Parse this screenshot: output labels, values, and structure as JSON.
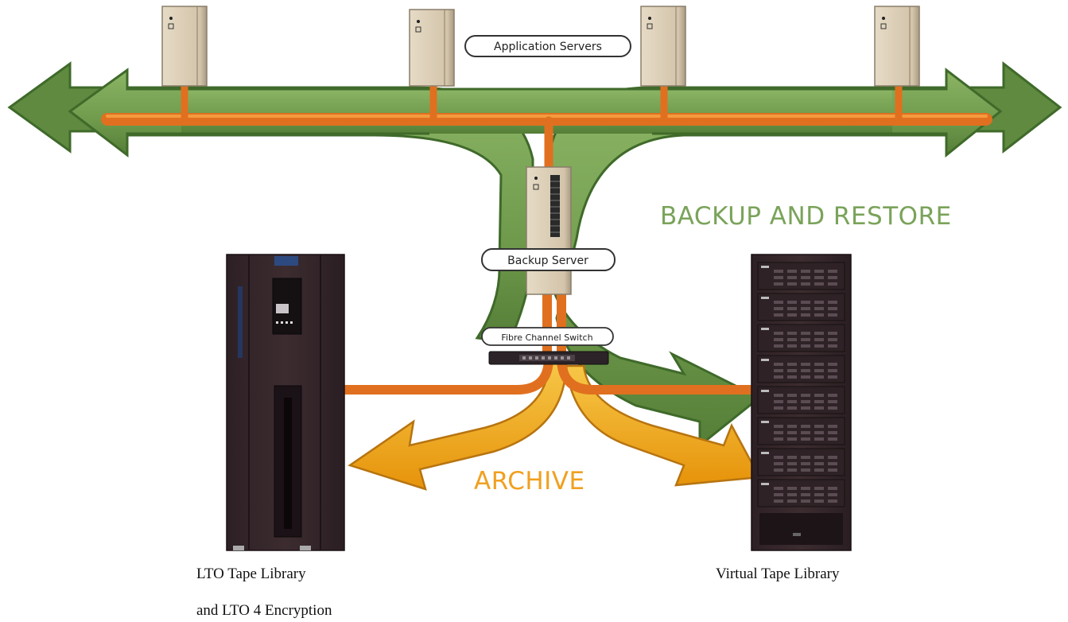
{
  "labels": {
    "application_servers": "Application Servers",
    "backup_server": "Backup Server",
    "fibre_channel_switch": "Fibre Channel Switch",
    "backup_and_restore": "BACKUP AND RESTORE",
    "archive": "ARCHIVE"
  },
  "captions": {
    "lto_line1": "LTO Tape Library",
    "lto_line2": "and LTO 4 Encryption",
    "vtl": "Virtual Tape Library"
  },
  "colors": {
    "green_arrow": "#6f9a4c",
    "green_arrow_dark": "#3f6a2a",
    "orange_link": "#e0701f",
    "orange_link_light": "#f49a3e",
    "yellow_arrow": "#f2ab14",
    "server_body": "#d9cbb3",
    "library_body": "#3a2a2e",
    "backup_text": "#7aa35a",
    "archive_text": "#f0a020"
  }
}
